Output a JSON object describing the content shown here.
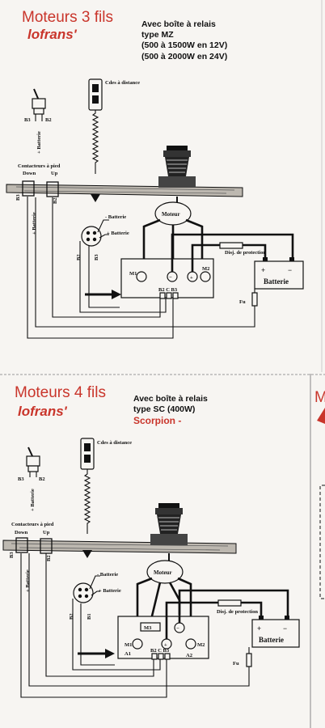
{
  "panels": [
    {
      "title": "Moteurs 3 fils",
      "brand": "lofrans'",
      "spec_lines": [
        "Avec boîte à relais",
        "type MZ",
        "(500 à 1500W en 12V)",
        "(500 à 2000W en 24V)"
      ],
      "remote": "Cdes à distance",
      "foot": "Contacteurs à pied",
      "down": "Down",
      "up": "Up",
      "b3": "B3",
      "b2": "B2",
      "plus_bat": "+ Batterie",
      "minus_bat": "- Batterie",
      "moteur": "Moteur",
      "disj": "Disj. de protection",
      "batterie": "Batterie",
      "fu": "Fu",
      "m1": "M1",
      "m2": "M2",
      "relay_terms": "B2 C B3",
      "plus": "+",
      "minus": "−"
    },
    {
      "title": "Moteurs 4 fils",
      "brand": "lofrans'",
      "spec_lines": [
        "Avec boîte à relais",
        "type SC (400W)"
      ],
      "spec_red": "Scorpion -",
      "remote": "Cdes à distance",
      "foot": "Contacteurs à pied",
      "down": "Down",
      "up": "Up",
      "b3": "B3",
      "b2": "B2",
      "b1": "B1",
      "plus_bat": "+ Batterie",
      "minus_bat": "- Batterie",
      "moteur": "Moteur",
      "disj": "Disj. de protection",
      "batterie": "Batterie",
      "fu": "Fu",
      "m1": "M1",
      "m2": "M2",
      "m3": "M3",
      "a1": "A1",
      "a2": "A2",
      "relay_terms": "B2 C B3",
      "plus": "+",
      "minus": "−"
    }
  ],
  "edge_fragment": "M"
}
